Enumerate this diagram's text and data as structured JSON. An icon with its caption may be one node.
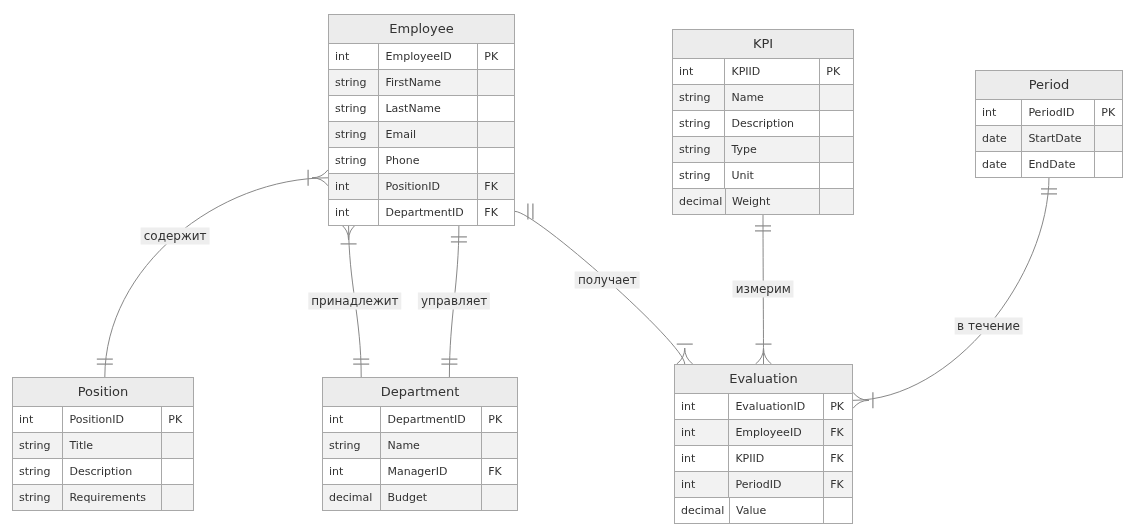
{
  "diagram": {
    "nodes": [
      {
        "text": [
          "Employee"
        ]
      },
      {
        "text": [
          "int",
          "EmployeeID",
          "PK"
        ],
        "in": 0
      },
      {
        "text": [
          "string",
          "FirstName"
        ],
        "in": 0
      },
      {
        "text": [
          "string",
          "LastName"
        ],
        "in": 0
      },
      {
        "text": [
          "string",
          "Email"
        ],
        "in": 0
      },
      {
        "text": [
          "string",
          "Phone"
        ],
        "in": 0
      },
      {
        "text": [
          "int",
          "PositionID",
          "FK"
        ],
        "in": 0
      },
      {
        "text": [
          "int",
          "DepartmentID",
          "FK"
        ],
        "in": 0
      },
      {
        "text": [
          "KPI"
        ]
      },
      {
        "text": [
          "int",
          "KPIID",
          "PK"
        ],
        "in": 8
      },
      {
        "text": [
          "string",
          "Name"
        ],
        "in": 8
      },
      {
        "text": [
          "string",
          "Description"
        ],
        "in": 8
      },
      {
        "text": [
          "string",
          "Type"
        ],
        "in": 8
      },
      {
        "text": [
          "string",
          "Unit"
        ],
        "in": 8
      },
      {
        "text": [
          "decimal",
          "Weight"
        ],
        "in": 8
      },
      {
        "text": [
          "Period"
        ]
      },
      {
        "text": [
          "int",
          "PeriodID",
          "PK"
        ],
        "in": 15
      },
      {
        "text": [
          "date",
          "StartDate"
        ],
        "in": 15
      },
      {
        "text": [
          "date",
          "EndDate"
        ],
        "in": 15
      },
      {
        "text": [
          "Position"
        ]
      },
      {
        "text": [
          "int",
          "PositionID",
          "PK"
        ],
        "in": 19
      },
      {
        "text": [
          "string",
          "Title"
        ],
        "in": 19
      },
      {
        "text": [
          "string",
          "Description"
        ],
        "in": 19
      },
      {
        "text": [
          "string",
          "Requirements"
        ],
        "in": 19
      },
      {
        "text": [
          "Department"
        ]
      },
      {
        "text": [
          "int",
          "DepartmentID",
          "PK"
        ],
        "in": 24
      },
      {
        "text": [
          "string",
          "Name"
        ],
        "in": 24
      },
      {
        "text": [
          "int",
          "ManagerID",
          "FK"
        ],
        "in": 24
      },
      {
        "text": [
          "decimal",
          "Budget"
        ],
        "in": 24
      },
      {
        "text": [
          "Evaluation"
        ]
      },
      {
        "text": [
          "int",
          "EvaluationID",
          "PK"
        ],
        "in": 29
      },
      {
        "text": [
          "int",
          "EmployeeID",
          "FK"
        ],
        "in": 29
      },
      {
        "text": [
          "int",
          "KPIID",
          "FK"
        ],
        "in": 29
      },
      {
        "text": [
          "int",
          "PeriodID",
          "FK"
        ],
        "in": 29
      },
      {
        "text": [
          "decimal",
          "Value"
        ],
        "in": 29
      }
    ],
    "edges": [
      {
        "from": 19,
        "to": 0,
        "arrow": "other",
        "label": "содержит"
      },
      {
        "from": 24,
        "to": 0,
        "arrow": "other",
        "label": "принадлежит"
      },
      {
        "from": 24,
        "to": 0,
        "arrow": "other",
        "label": "управляет"
      },
      {
        "from": 0,
        "to": 29,
        "arrow": "other",
        "label": "получает"
      },
      {
        "from": 8,
        "to": 29,
        "arrow": "other",
        "label": "измерим"
      },
      {
        "from": 15,
        "to": 29,
        "arrow": "other",
        "label": "в течение"
      }
    ]
  }
}
